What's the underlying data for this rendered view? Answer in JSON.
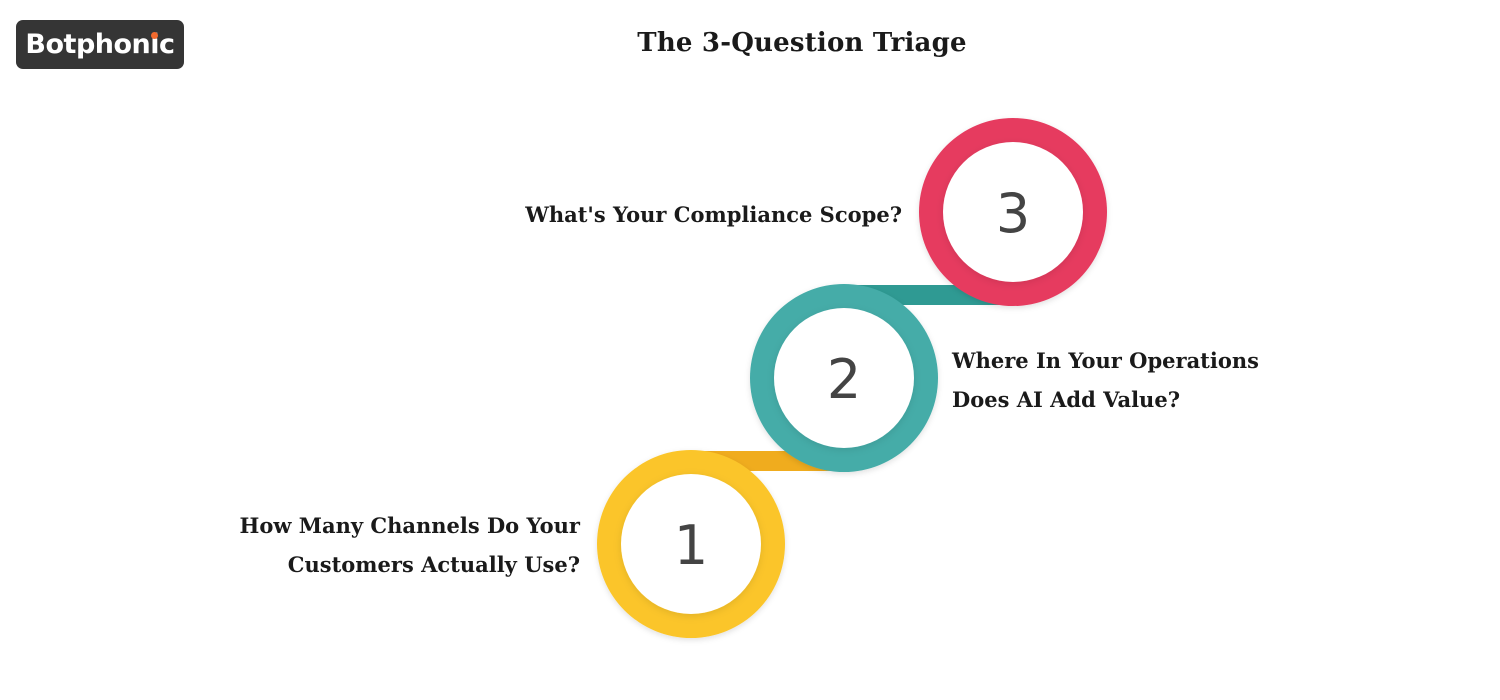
{
  "brand": {
    "name_prefix": "Botphon",
    "name_i": "i",
    "name_suffix": "c"
  },
  "title": "The 3-Question Triage",
  "steps": [
    {
      "number": "1",
      "line1": "How Many Channels Do Your",
      "line2": "Customers Actually Use?",
      "color": "#fbc52c",
      "connector_color": "#f0ac1e"
    },
    {
      "number": "2",
      "line1": "Where In Your Operations",
      "line2": "Does AI Add Value?",
      "color": "#44aca8",
      "connector_color": "#2f9a93"
    },
    {
      "number": "3",
      "line1": "What's Your Compliance Scope?",
      "line2": "",
      "color": "#e63b5f"
    }
  ],
  "colors": {
    "background": "#ffffff",
    "logo_bg": "#353535",
    "logo_accent": "#f26a2e",
    "text": "#1a1a1a",
    "number_text": "#444444"
  }
}
